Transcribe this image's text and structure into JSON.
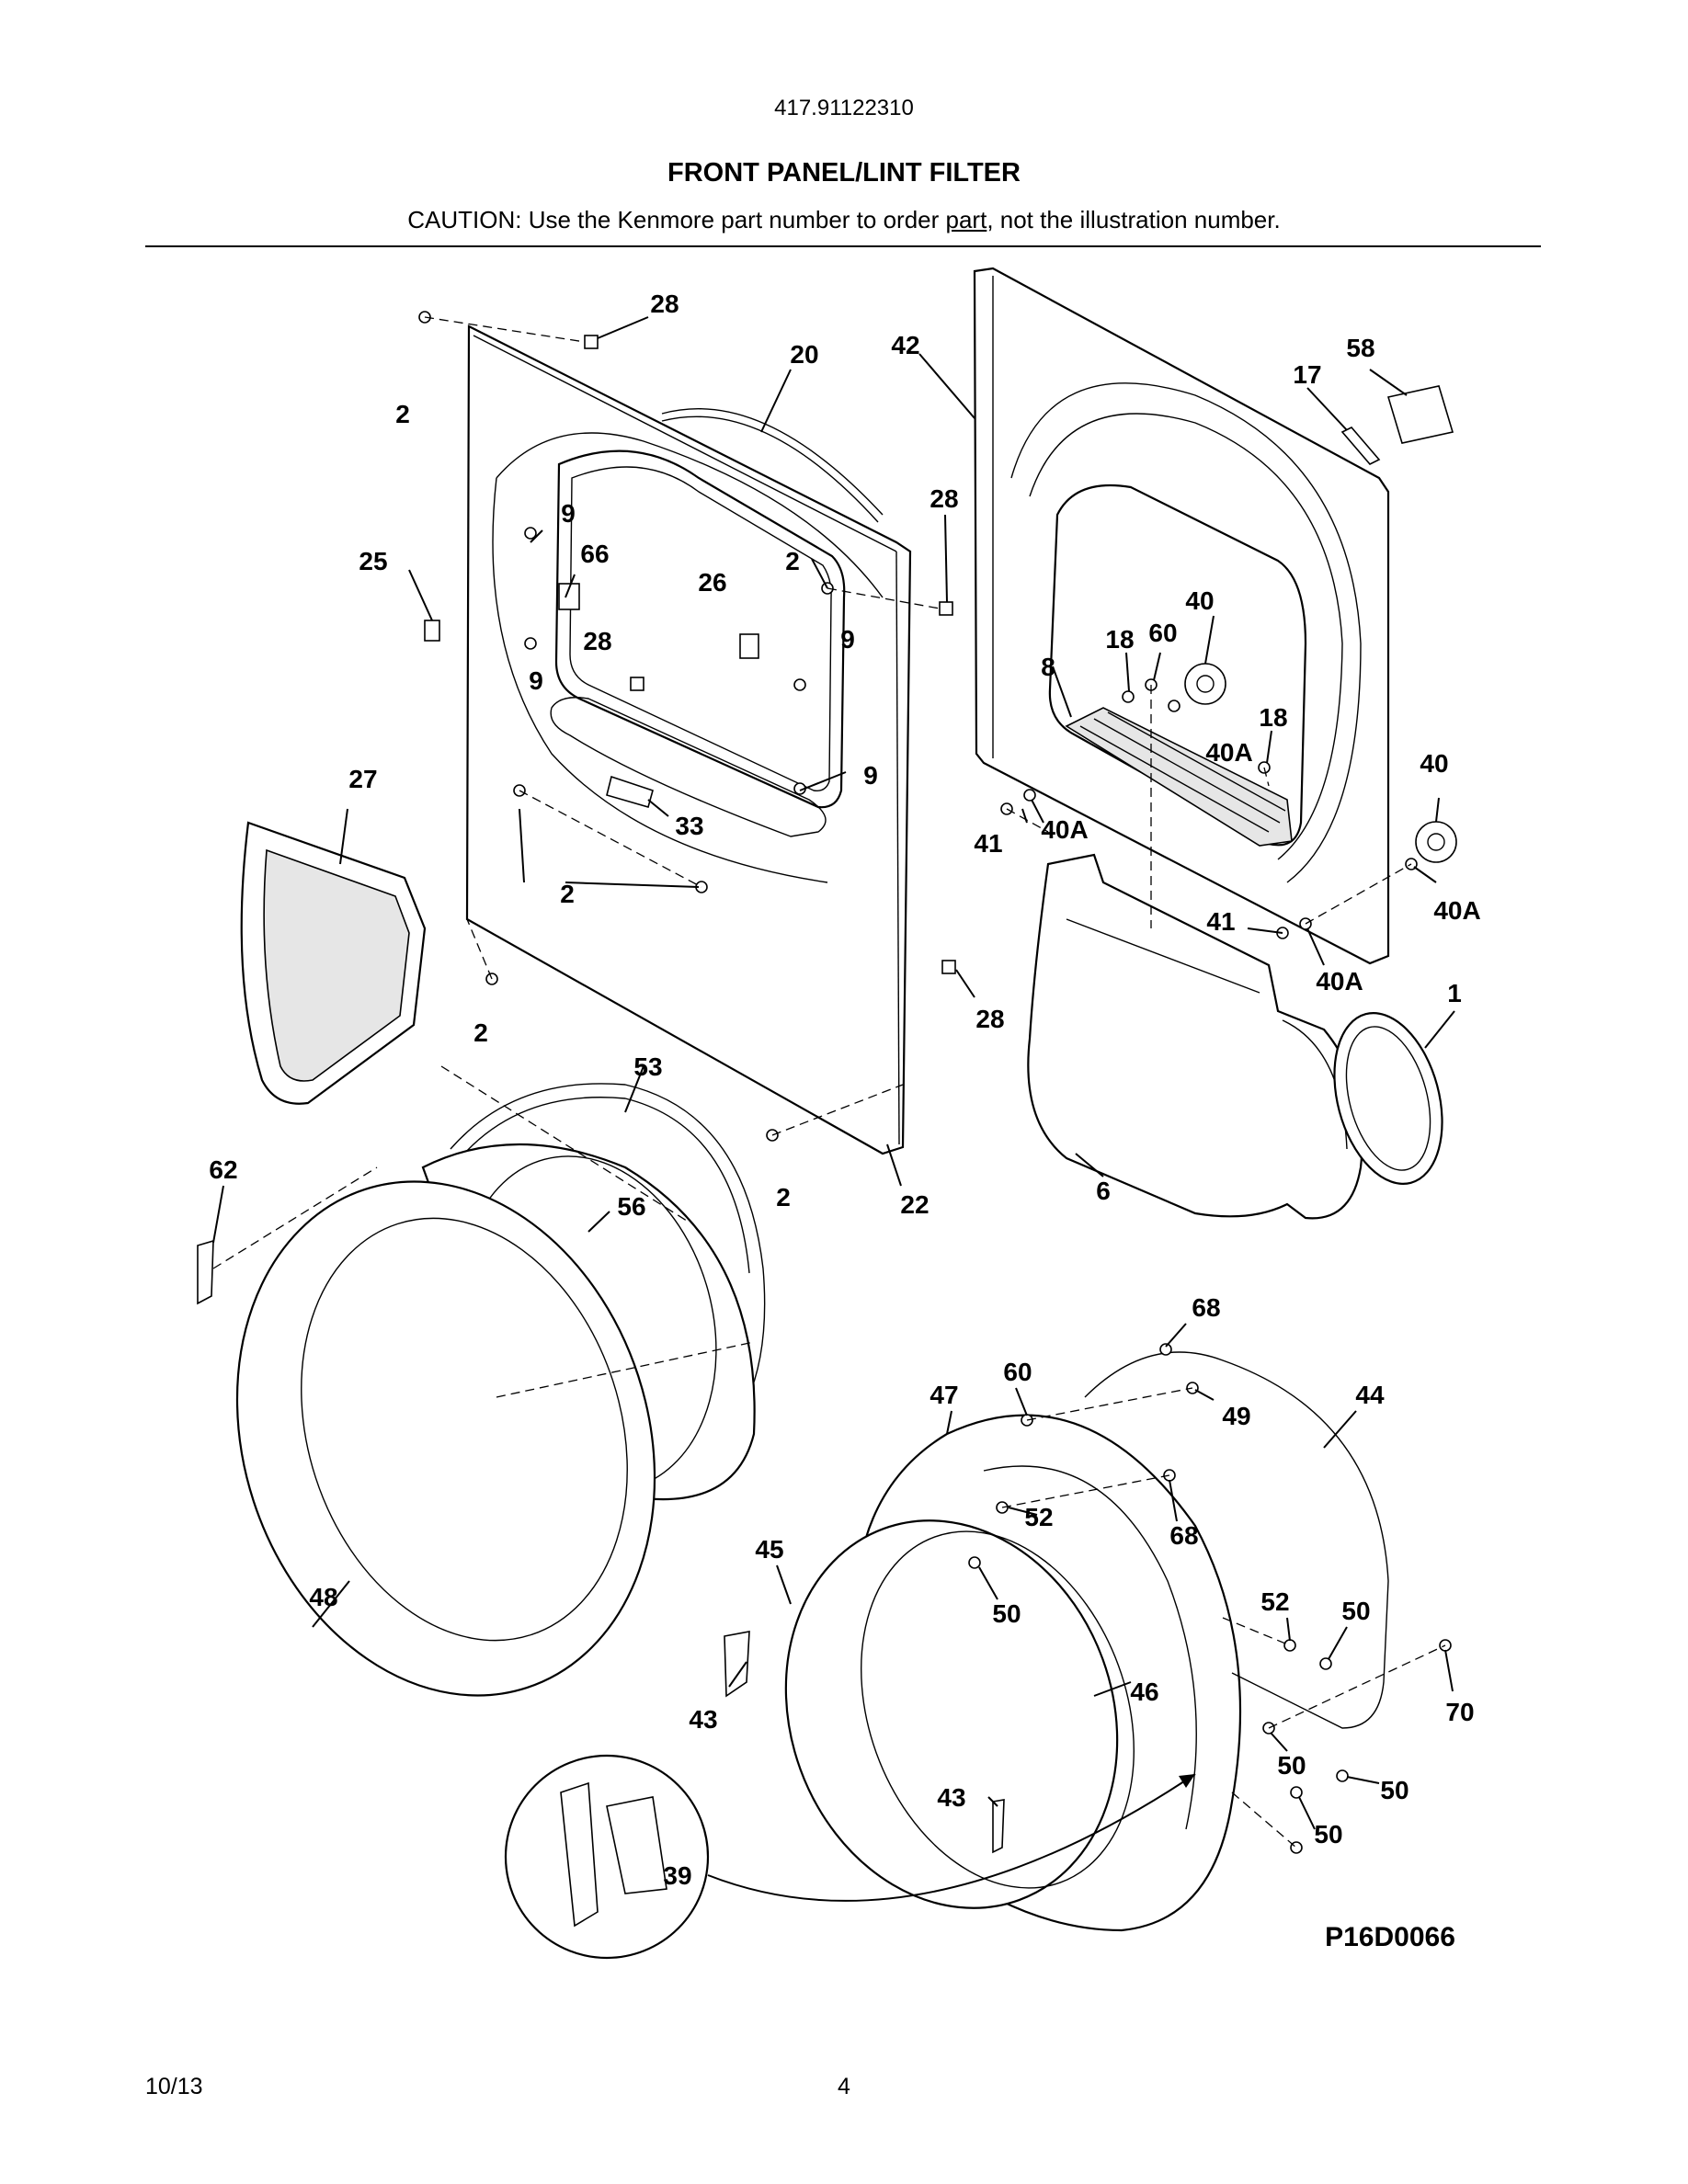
{
  "header": {
    "model_number": "417.91122310",
    "title": "FRONT PANEL/LINT FILTER",
    "caution_before": "CAUTION: Use the Kenmore part number to order ",
    "caution_underlined": "part",
    "caution_after": ", not the illustration number."
  },
  "diagram": {
    "callouts": [
      "28",
      "20",
      "42",
      "58",
      "17",
      "2",
      "9",
      "66",
      "25",
      "2",
      "26",
      "28",
      "9",
      "28",
      "9",
      "18",
      "60",
      "40",
      "8",
      "18",
      "40A",
      "27",
      "9",
      "33",
      "41",
      "40A",
      "40",
      "40A",
      "2",
      "41",
      "40A",
      "1",
      "2",
      "28",
      "53",
      "62",
      "56",
      "2",
      "22",
      "6",
      "68",
      "47",
      "60",
      "49",
      "44",
      "52",
      "68",
      "45",
      "50",
      "48",
      "52",
      "50",
      "46",
      "43",
      "70",
      "50",
      "50",
      "43",
      "50",
      "39"
    ],
    "diagram_id": "P16D0066"
  },
  "footer": {
    "date": "10/13",
    "page_number": "4"
  }
}
